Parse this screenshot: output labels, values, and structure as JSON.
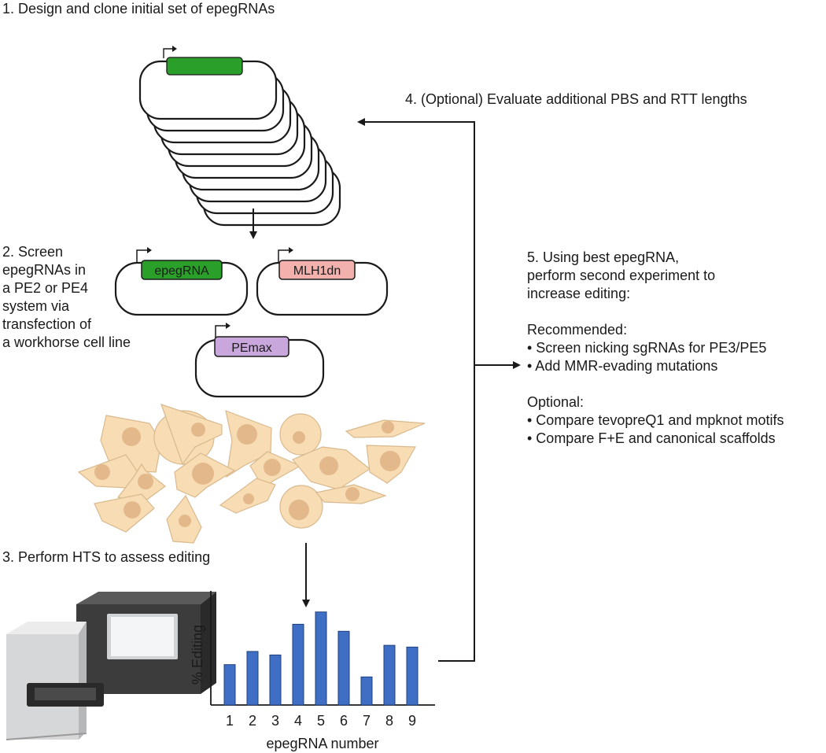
{
  "steps": {
    "step1": "1. Design and clone initial set of epegRNAs",
    "step2_lines": [
      "2. Screen",
      "epegRNAs in",
      "a PE2 or PE4",
      "system via",
      "transfection of",
      "a workhorse cell line"
    ],
    "step3": "3. Perform HTS to assess editing",
    "step4": "4. (Optional) Evaluate additional PBS and RTT lengths",
    "step5": {
      "lines": [
        "5. Using best epegRNA,",
        "perform second experiment to",
        "increase editing:"
      ],
      "recommended_heading": "Recommended:",
      "recommended_items": [
        "• Screen nicking sgRNAs for PE3/PE5",
        "• Add MMR-evading mutations"
      ],
      "optional_heading": "Optional:",
      "optional_items": [
        "• Compare tevopreQ1 and mpknot motifs",
        "• Compare F+E and canonical scaffolds"
      ]
    }
  },
  "plasmids": {
    "epegrna": "epegRNA",
    "mlh1dn": "MLH1dn",
    "pemax": "PEmax"
  },
  "colors": {
    "epegrna_fill": "#2aa02a",
    "mlh1dn_fill": "#f2b1ad",
    "pemax_fill": "#c9a7dd",
    "cell_fill": "#f8dcb3",
    "nucleus_fill": "#e3b98c",
    "bar_fill": "#3f6fc4",
    "arrow": "#1a1a1a"
  },
  "chart_data": {
    "type": "bar",
    "categories": [
      "1",
      "2",
      "3",
      "4",
      "5",
      "6",
      "7",
      "8",
      "9"
    ],
    "values": [
      4.6,
      6.1,
      5.7,
      9.2,
      10.6,
      8.4,
      3.2,
      6.8,
      6.6
    ],
    "xlabel": "epegRNA number",
    "ylabel": "% Editing",
    "ylim": [
      0,
      13
    ]
  }
}
